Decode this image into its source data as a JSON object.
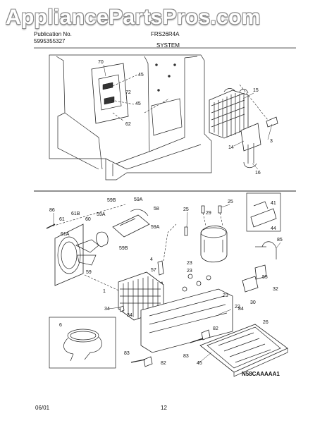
{
  "watermark": "AppliancePartsPros.com",
  "header": {
    "publication_label": "Publication No.",
    "publication_number": "5995355327",
    "model": "FRS26R4A",
    "section": "SYSTEM"
  },
  "footer": {
    "date": "06/01",
    "page": "12",
    "diagram_code": "N58CAAAAA1"
  },
  "callouts": {
    "top": [
      "70",
      "45",
      "72",
      "45",
      "62",
      "15",
      "14",
      "3",
      "16"
    ],
    "bottom": [
      "86",
      "61B",
      "61",
      "60",
      "61A",
      "59B",
      "59A",
      "59A",
      "58",
      "59A",
      "59B",
      "59",
      "25",
      "29",
      "25",
      "41",
      "44",
      "85",
      "4",
      "57",
      "23",
      "23",
      "55",
      "32",
      "30",
      "1",
      "34",
      "23",
      "22",
      "84",
      "6",
      "34",
      "26",
      "82",
      "83",
      "82",
      "83",
      "45"
    ]
  }
}
